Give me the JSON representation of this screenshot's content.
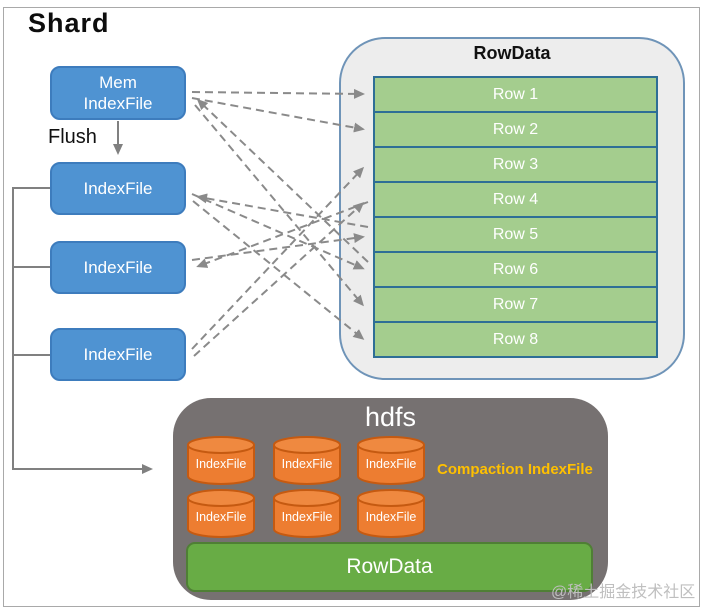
{
  "title": "Shard",
  "left_flow": {
    "mem_line1": "Mem",
    "mem_line2": "IndexFile",
    "flush_label": "Flush",
    "index_files": [
      "IndexFile",
      "IndexFile",
      "IndexFile"
    ]
  },
  "rowdata_panel": {
    "title": "RowData",
    "rows": [
      "Row 1",
      "Row 2",
      "Row 3",
      "Row 4",
      "Row 5",
      "Row 6",
      "Row 7",
      "Row 8"
    ]
  },
  "hdfs_panel": {
    "title": "hdfs",
    "cylinders": [
      "IndexFile",
      "IndexFile",
      "IndexFile",
      "IndexFile",
      "IndexFile",
      "IndexFile"
    ],
    "compaction_label": "Compaction IndexFile",
    "bar_label": "RowData"
  },
  "edges": [
    {
      "from": "mem-indexfile",
      "to": "indexfile-1",
      "label": "Flush",
      "style": "solid"
    },
    {
      "from": "indexfile-group",
      "to": "hdfs",
      "style": "solid"
    },
    {
      "from": "mem-indexfile",
      "to": "row-1",
      "style": "dashed"
    },
    {
      "from": "mem-indexfile",
      "to": "row-2",
      "style": "dashed"
    },
    {
      "from": "mem-indexfile",
      "to": "row-7",
      "style": "dashed"
    },
    {
      "from": "indexfile-1",
      "to": "row-6",
      "style": "dashed"
    },
    {
      "from": "indexfile-1",
      "to": "row-8",
      "style": "dashed"
    },
    {
      "from": "indexfile-2",
      "to": "row-5",
      "style": "dashed"
    },
    {
      "from": "indexfile-3",
      "to": "row-3",
      "style": "dashed"
    },
    {
      "from": "indexfile-3",
      "to": "row-4",
      "style": "dashed"
    },
    {
      "from": "row-6",
      "to": "mem-indexfile",
      "style": "dashed"
    },
    {
      "from": "row-5",
      "to": "indexfile-1",
      "style": "dashed"
    },
    {
      "from": "row-4",
      "to": "indexfile-2",
      "style": "dashed"
    }
  ],
  "watermark": "@稀土掘金技术社区",
  "colors": {
    "box_blue": "#4f93d2",
    "box_blue_border": "#3d7cbd",
    "row_green": "#a4cd8e",
    "row_border_blue": "#2e6e96",
    "panel_gray": "#ededed",
    "panel_border": "#6f94b8",
    "hdfs_gray": "#767171",
    "cylinder_orange": "#ed7d31",
    "cylinder_border": "#c55a11",
    "bar_green": "#68ac45",
    "compaction_gold": "#ffc000",
    "arrow_gray": "#808080"
  }
}
